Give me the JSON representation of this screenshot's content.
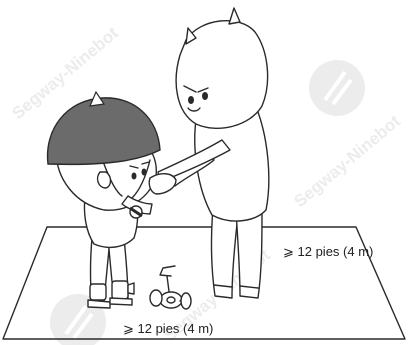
{
  "distance_labels": {
    "right": "⩾ 12 pies (4 m)",
    "bottom": "⩾ 12 pies (4 m)"
  },
  "watermark_text": "Segway-Ninebot",
  "colors": {
    "line": "#2a2a2a",
    "helmet": "#6b6b6b",
    "watermark": "#ececec",
    "background": "#ffffff"
  }
}
